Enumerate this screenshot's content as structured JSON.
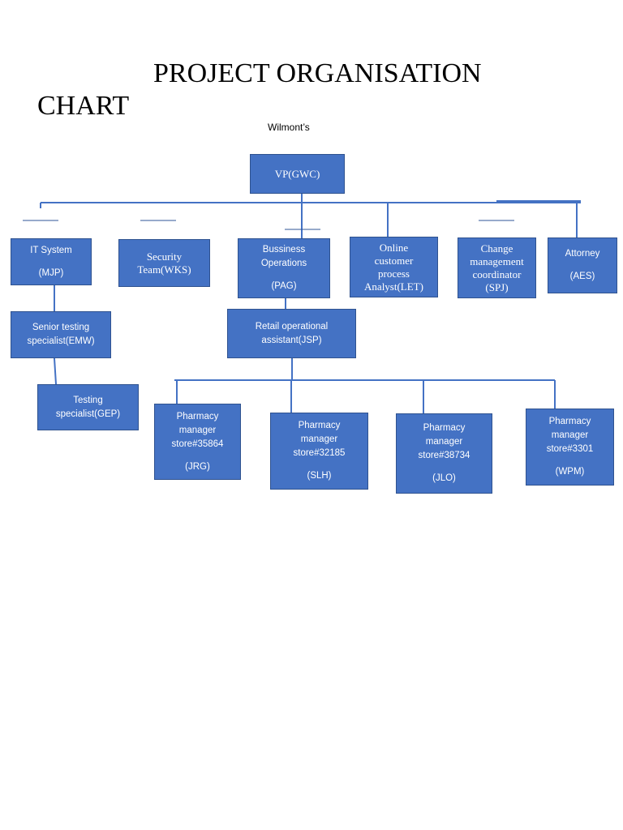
{
  "title_line1": "PROJECT ORGANISATION",
  "title_line2": "CHART",
  "subtitle": "Wilmont’s",
  "nodes": {
    "vp": {
      "text": "VP(GWC)"
    },
    "it_system": {
      "line1": "IT System",
      "line2": "(MJP)"
    },
    "security": {
      "text": "Security\nTeam(WKS)"
    },
    "business_ops": {
      "line1": "Bussiness\nOperations",
      "line2": "(PAG)"
    },
    "online_analyst": {
      "text": "Online\ncustomer\nprocess\nAnalyst(LET)"
    },
    "change_mgmt": {
      "text": "Change\nmanagement\ncoordinator\n(SPJ)"
    },
    "attorney": {
      "line1": "Attorney",
      "line2": "(AES)"
    },
    "senior_testing": {
      "text": "Senior testing\nspecialist(EMW)"
    },
    "testing": {
      "text": "Testing\nspecialist(GEP)"
    },
    "retail_assistant": {
      "text": "Retail operational\nassistant(JSP)"
    },
    "pharm_35864": {
      "line1": "Pharmacy\nmanager\nstore#35864",
      "line2": "(JRG)"
    },
    "pharm_32185": {
      "line1": "Pharmacy\nmanager\nstore#32185",
      "line2": "(SLH)"
    },
    "pharm_38734": {
      "line1": "Pharmacy\nmanager\nstore#38734",
      "line2": "(JLO)"
    },
    "pharm_3301": {
      "line1": "Pharmacy\nmanager\nstore#3301",
      "line2": "(WPM)"
    }
  },
  "colors": {
    "box_fill": "#4472C4",
    "box_border": "#2F528F",
    "connector": "#4472C4"
  }
}
